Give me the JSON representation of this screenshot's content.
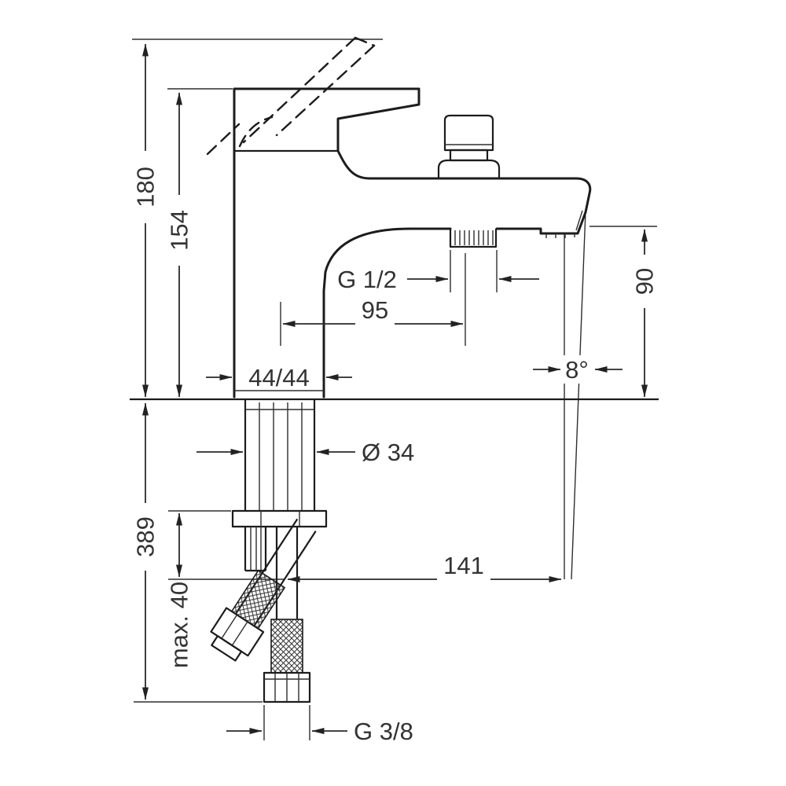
{
  "page": {
    "background": "#ffffff",
    "line_color": "#222222"
  },
  "drawing": {
    "type": "technical-dimension-drawing",
    "subject": "single-lever deck-mounted bath mixer tap, side elevation",
    "labels": {
      "overall_height": "180",
      "height_to_handle": "154",
      "spout_outlet_height": "90",
      "shower_outlet_thread": "G 1/2",
      "outlet_center_distance": "95",
      "body_depth": "44/44",
      "spout_angle": "8°",
      "shank_diameter": "Ø 34",
      "below_deck_length": "389",
      "max_mounting_thickness": "max. 40",
      "spout_reach": "141",
      "supply_hose_thread": "G 3/8"
    }
  }
}
